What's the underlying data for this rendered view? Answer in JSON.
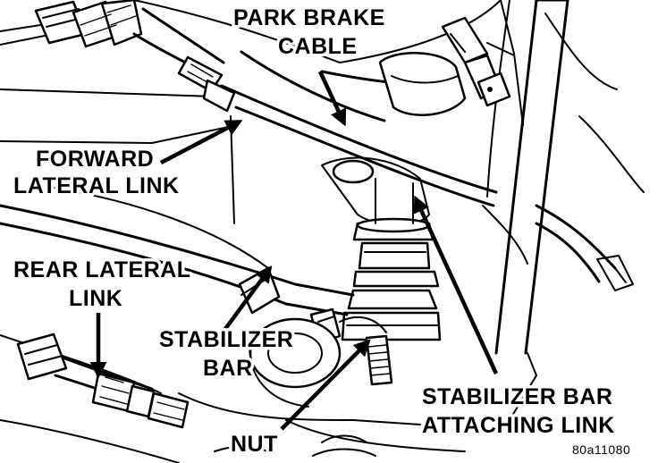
{
  "labels": {
    "park_brake_cable_line1": "PARK BRAKE",
    "park_brake_cable_line2": "CABLE",
    "forward_lateral_link_line1": "FORWARD",
    "forward_lateral_link_line2": "LATERAL LINK",
    "rear_lateral_link_line1": "REAR LATERAL",
    "rear_lateral_link_line2": "LINK",
    "stabilizer_bar_line1": "STABILIZER",
    "stabilizer_bar_line2": "BAR",
    "nut": "NUT",
    "attaching_link_line1": "STABILIZER BAR",
    "attaching_link_line2": "ATTACHING LINK"
  },
  "figure_code": "80a11080",
  "colors": {
    "ink": "#000000",
    "paper": "#ffffff"
  }
}
